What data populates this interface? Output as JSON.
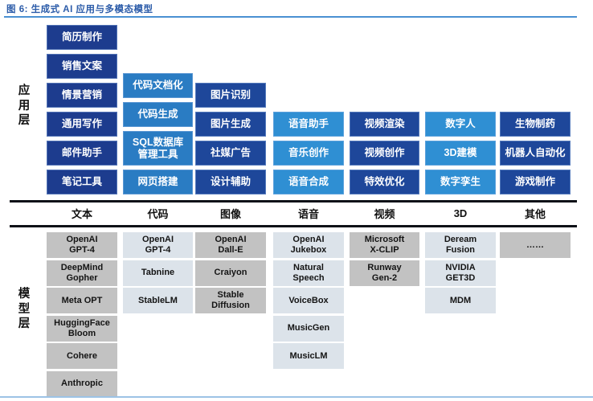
{
  "figure": {
    "title": "图 6:  生成式 AI 应用与多模态模型"
  },
  "colors": {
    "title_text": "#2c5ca9",
    "title_rule": "#4a90d2",
    "band_rule": "#0d1117",
    "bottom_rule": "#9dc3e6",
    "app_navy_dark": "#1d3c8e",
    "app_navy": "#1e479a",
    "app_blue": "#2a7cc3",
    "app_blue_light": "#2f8fd3",
    "model_gray": "#c2c2c2",
    "model_gray_light": "#dce3ea"
  },
  "app_layer": {
    "label": "应用层",
    "columns": [
      {
        "category": "文本",
        "boxes": [
          "简历制作",
          "销售文案",
          "情景营销",
          "通用写作",
          "邮件助手",
          "笔记工具"
        ]
      },
      {
        "category": "代码",
        "boxes": [
          "代码文档化",
          "代码生成",
          "SQL数据库\n管理工具",
          "网页搭建"
        ]
      },
      {
        "category": "图像",
        "boxes": [
          "图片识别",
          "图片生成",
          "社媒广告",
          "设计辅助"
        ]
      },
      {
        "category": "语音",
        "boxes": [
          "语音助手",
          "音乐创作",
          "语音合成"
        ]
      },
      {
        "category": "视频",
        "boxes": [
          "视频渲染",
          "视频创作",
          "特效优化"
        ]
      },
      {
        "category": "3D",
        "boxes": [
          "数字人",
          "3D建模",
          "数字孪生"
        ]
      },
      {
        "category": "其他",
        "boxes": [
          "生物制药",
          "机器人自动化",
          "游戏制作"
        ]
      }
    ]
  },
  "model_layer": {
    "label": "模型层",
    "columns": [
      {
        "models": [
          "OpenAI\nGPT-4",
          "DeepMind\nGopher",
          "Meta OPT",
          "HuggingFace\nBloom",
          "Cohere",
          "Anthropic"
        ]
      },
      {
        "models": [
          "OpenAI\nGPT-4",
          "Tabnine",
          "StableLM"
        ]
      },
      {
        "models": [
          "OpenAI\nDall-E",
          "Craiyon",
          "Stable\nDiffusion"
        ]
      },
      {
        "models": [
          "OpenAI\nJukebox",
          "Natural\nSpeech",
          "VoiceBox",
          "MusicGen",
          "MusicLM"
        ]
      },
      {
        "models": [
          "Microsoft\nX-CLIP",
          "Runway\nGen-2"
        ]
      },
      {
        "models": [
          "Deream\nFusion",
          "NVIDIA\nGET3D",
          "MDM"
        ]
      },
      {
        "models": [
          "……"
        ]
      }
    ]
  }
}
